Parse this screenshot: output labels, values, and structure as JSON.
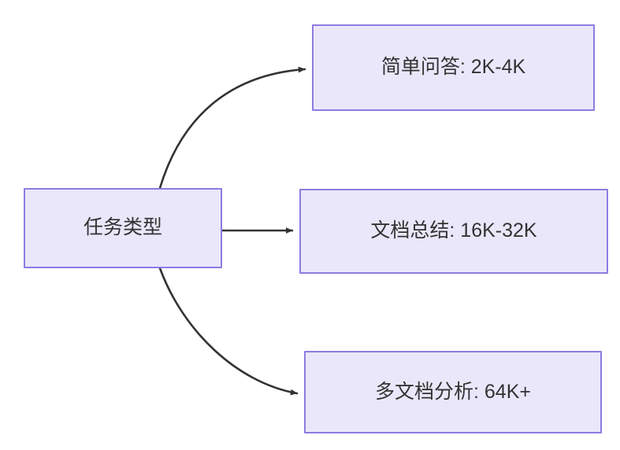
{
  "diagram": {
    "type": "flowchart",
    "direction": "left-to-right",
    "background_color": "#ffffff",
    "node_fill_color": "#eae7fa",
    "node_border_color": "#8f7ae0",
    "node_text_color": "#333333",
    "edge_color": "#333333",
    "nodes": [
      {
        "id": "source",
        "label": "任务类型",
        "role": "root"
      },
      {
        "id": "simple-qa",
        "label": "简单问答: 2K-4K",
        "role": "leaf"
      },
      {
        "id": "doc-summary",
        "label": "文档总结: 16K-32K",
        "role": "leaf"
      },
      {
        "id": "multi-doc",
        "label": "多文档分析: 64K+",
        "role": "leaf"
      }
    ],
    "edges": [
      {
        "id": "edge-source-to-simple-qa",
        "from": "source",
        "to": "simple-qa",
        "label": "",
        "style": "curved",
        "arrow": "triangle"
      },
      {
        "id": "edge-source-to-doc-summary",
        "from": "source",
        "to": "doc-summary",
        "label": "",
        "style": "straight",
        "arrow": "triangle"
      },
      {
        "id": "edge-source-to-multi-doc",
        "from": "source",
        "to": "multi-doc",
        "label": "",
        "style": "curved",
        "arrow": "triangle"
      }
    ]
  }
}
